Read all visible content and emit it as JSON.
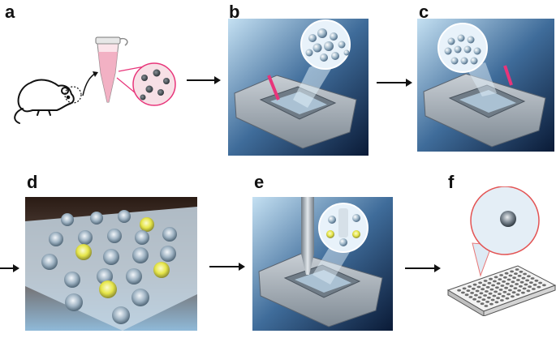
{
  "panels": [
    {
      "label": "a"
    },
    {
      "label": "b"
    },
    {
      "label": "c"
    },
    {
      "label": "d"
    },
    {
      "label": "e"
    },
    {
      "label": "f"
    }
  ],
  "colors": {
    "navy": "#0d2346",
    "sky": "#9fc7e6",
    "steel": "#9aa4ad",
    "pink": "#e8357a",
    "yellow": "#e6e64a",
    "dark_brown": "#2a1b14"
  }
}
